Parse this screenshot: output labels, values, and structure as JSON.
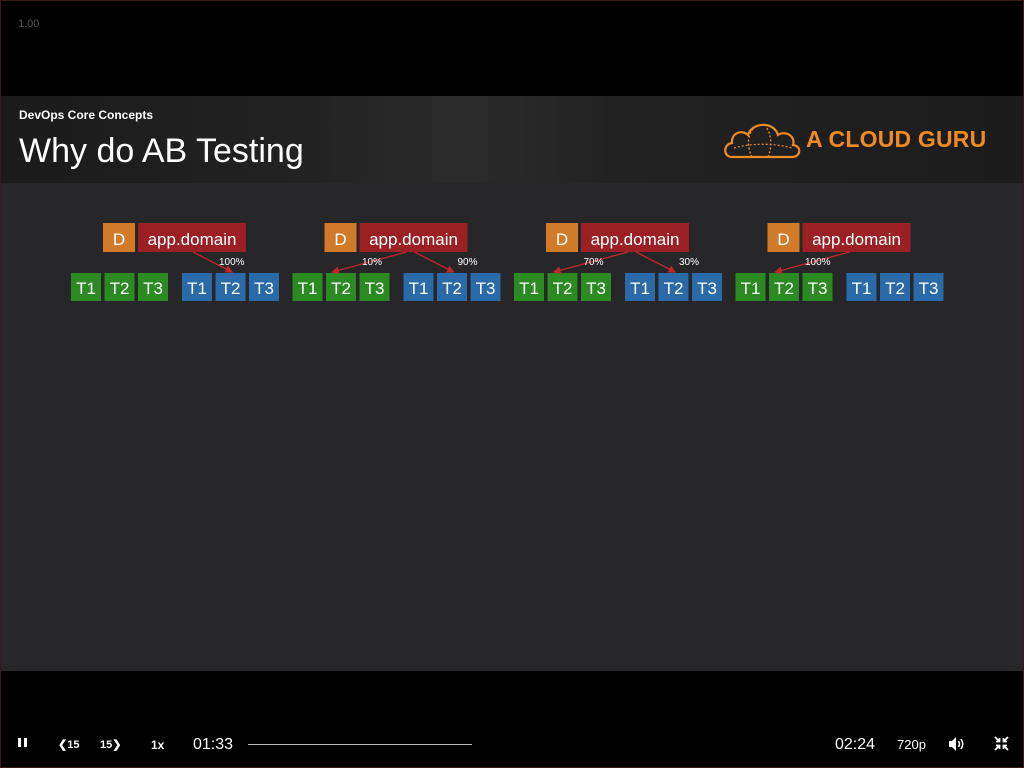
{
  "player": {
    "playback_rate_overlay": "1.00",
    "current_time": "01:33",
    "duration": "02:24",
    "rewind_label": "15",
    "forward_label": "15",
    "speed_label": "1x",
    "quality_label": "720p",
    "progress_fraction": 0
  },
  "slide": {
    "course_title": "DevOps Core Concepts",
    "title": "Why do AB Testing",
    "brand": "A CLOUD GURU"
  },
  "colors": {
    "dns_box": "#d17b2a",
    "domain_box": "#9b2024",
    "arrow": "#c0272d",
    "green_task": "#2b8a22",
    "blue_task": "#2a6aa8",
    "slide_bg": "#272628",
    "brand": "#f08a24"
  },
  "diagram": {
    "dns_label": "D",
    "domain_label": "app.domain",
    "task_labels": [
      "T1",
      "T2",
      "T3"
    ],
    "scenarios": [
      {
        "green_pct": "",
        "blue_pct": "100%"
      },
      {
        "green_pct": "10%",
        "blue_pct": "90%"
      },
      {
        "green_pct": "70%",
        "blue_pct": "30%"
      },
      {
        "green_pct": "100%",
        "blue_pct": ""
      }
    ]
  }
}
